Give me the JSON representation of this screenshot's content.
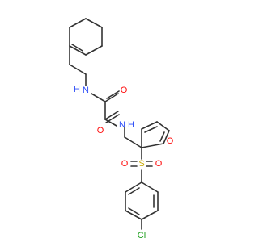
{
  "colors": {
    "bond": "#333333",
    "N": "#3050F8",
    "O": "#FF0D0D",
    "S": "#C8A800",
    "Cl": "#1FA01F",
    "H": "#3050F8"
  },
  "atoms": {
    "nh1": {
      "element": "N",
      "text": "N"
    },
    "h1": {
      "element": "H",
      "text": "H"
    },
    "o1": {
      "element": "O",
      "text": "O"
    },
    "o2": {
      "element": "O",
      "text": "O"
    },
    "nh2": {
      "element": "N",
      "text": "N"
    },
    "h2": {
      "element": "H",
      "text": "H"
    },
    "ofuran": {
      "element": "O",
      "text": "O"
    },
    "s": {
      "element": "S",
      "text": "S"
    },
    "os1": {
      "element": "O",
      "text": "O"
    },
    "os2": {
      "element": "O",
      "text": "O"
    },
    "cl": {
      "element": "Cl",
      "text": "Cl"
    }
  }
}
